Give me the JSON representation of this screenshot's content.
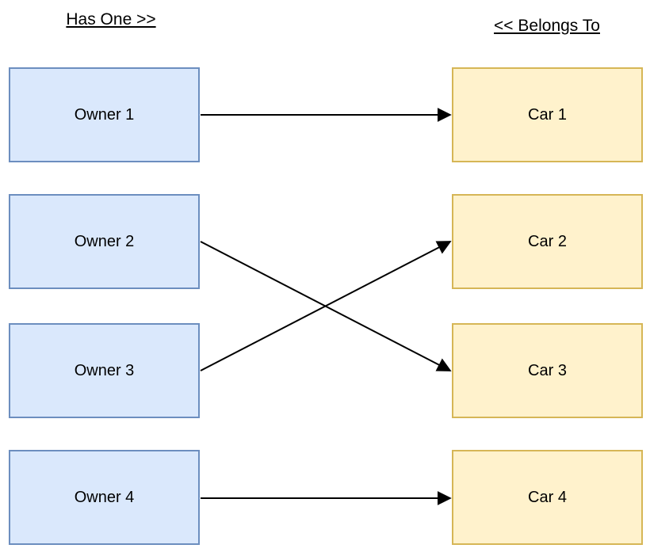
{
  "diagram": {
    "left_header": "Has One >>",
    "right_header": "<< Belongs To",
    "owners": [
      {
        "label": "Owner 1"
      },
      {
        "label": "Owner 2"
      },
      {
        "label": "Owner 3"
      },
      {
        "label": "Owner 4"
      }
    ],
    "cars": [
      {
        "label": "Car 1"
      },
      {
        "label": "Car 2"
      },
      {
        "label": "Car 3"
      },
      {
        "label": "Car 4"
      }
    ],
    "connections": [
      {
        "from": "Owner 1",
        "to": "Car 1",
        "from_index": 0,
        "to_index": 0
      },
      {
        "from": "Owner 2",
        "to": "Car 3",
        "from_index": 1,
        "to_index": 2
      },
      {
        "from": "Owner 3",
        "to": "Car 2",
        "from_index": 2,
        "to_index": 1
      },
      {
        "from": "Owner 4",
        "to": "Car 4",
        "from_index": 3,
        "to_index": 3
      }
    ],
    "colors": {
      "owner_fill": "#dae8fc",
      "owner_border": "#6c8ebf",
      "car_fill": "#fff2cc",
      "car_border": "#d6b656",
      "arrow": "#000000",
      "text": "#000000",
      "background": "#ffffff"
    }
  }
}
